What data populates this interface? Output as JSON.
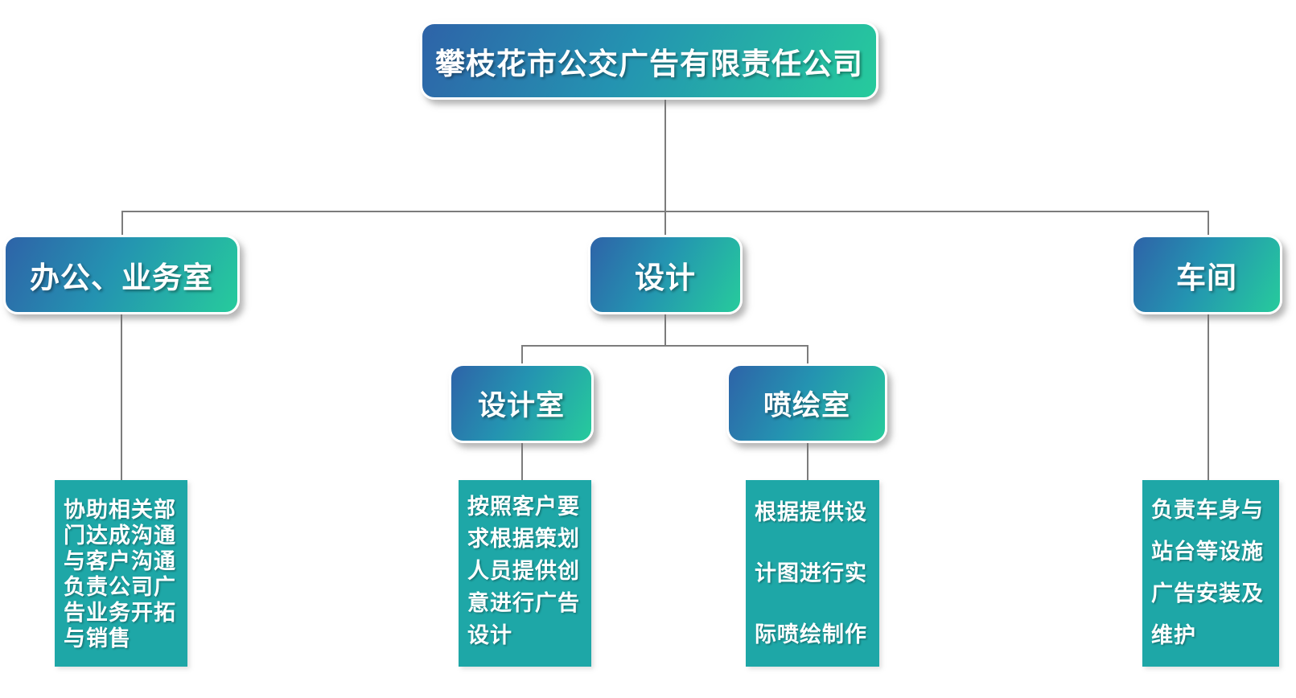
{
  "org_chart": {
    "root": {
      "label": "攀枝花市公交广告有限责任公司"
    },
    "departments": [
      {
        "id": "office",
        "label": "办公、业务室",
        "description": "协助相关部\n门达成沟通\n与客户沟通\n负责公司广\n告业务开拓\n与销售"
      },
      {
        "id": "design",
        "label": "设计",
        "children": [
          {
            "id": "design-room",
            "label": "设计室",
            "description": "按照客户要\n求根据策划\n人员提供创\n意进行广告\n设计"
          },
          {
            "id": "spray-room",
            "label": "喷绘室",
            "description": "根据提供设\n计图进行实\n际喷绘制作"
          }
        ]
      },
      {
        "id": "workshop",
        "label": "车间",
        "description": "负责车身与\n站台等设施\n广告安装及\n维护"
      }
    ],
    "colors": {
      "node_gradient_start": "#2e63a8",
      "node_gradient_end": "#26cb9c",
      "description_background": "#1ea7a7",
      "connector": "#7c7c7c",
      "text": "#ffffff",
      "page_background": "#ffffff"
    }
  }
}
